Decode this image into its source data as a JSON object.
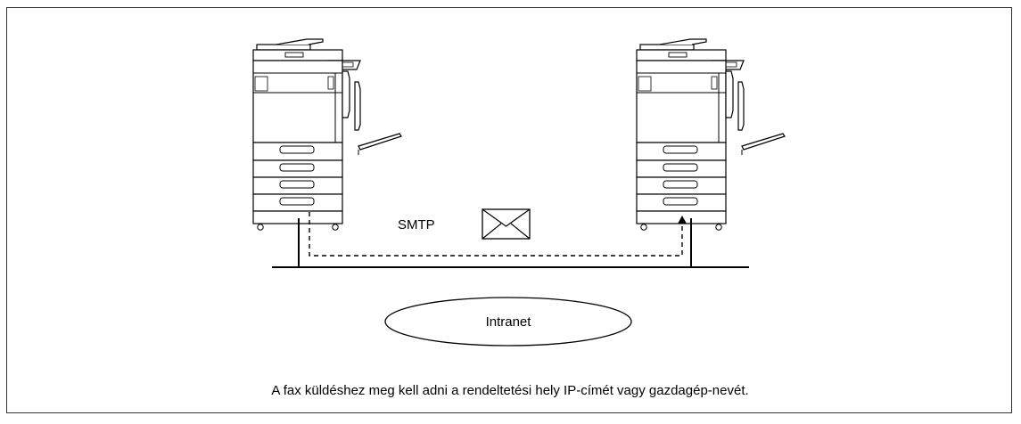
{
  "protocol_label": "SMTP",
  "network_label": "Intranet",
  "caption": "A fax küldéshez meg kell adni a rendeltetési hely IP-címét vagy gazdagép-nevét.",
  "icons": {
    "sender": "multifunction-printer-icon",
    "receiver": "multifunction-printer-icon",
    "message": "envelope-icon"
  },
  "colors": {
    "line": "#000000",
    "device_fill": "#ffffff"
  }
}
